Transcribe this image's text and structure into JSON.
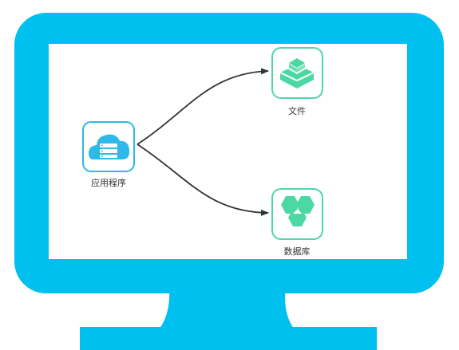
{
  "colors": {
    "monitor": "#00C0F0",
    "screen": "#ffffff",
    "app_icon": "#2FB8EA",
    "storage_icon": "#4CD8A2",
    "arrow": "#333333"
  },
  "nodes": {
    "app": {
      "label": "应用程序",
      "icon": "cloud-server-icon"
    },
    "file": {
      "label": "文件",
      "icon": "layered-box-icon"
    },
    "database": {
      "label": "数据库",
      "icon": "hexagon-cluster-icon"
    }
  },
  "edges": [
    {
      "from": "app",
      "to": "file"
    },
    {
      "from": "app",
      "to": "database"
    }
  ]
}
